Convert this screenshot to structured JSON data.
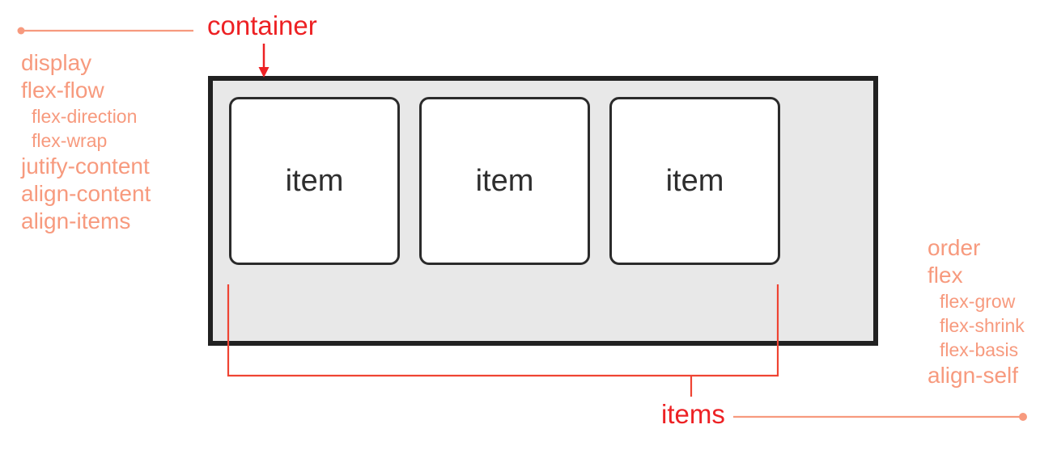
{
  "labels": {
    "container": "container",
    "items": "items"
  },
  "items": [
    "item",
    "item",
    "item"
  ],
  "properties": {
    "container": [
      {
        "text": "display",
        "level": "main"
      },
      {
        "text": "flex-flow",
        "level": "main"
      },
      {
        "text": "flex-direction",
        "level": "sub"
      },
      {
        "text": "flex-wrap",
        "level": "sub"
      },
      {
        "text": "jutify-content",
        "level": "main"
      },
      {
        "text": "align-content",
        "level": "main"
      },
      {
        "text": "align-items",
        "level": "main"
      }
    ],
    "item": [
      {
        "text": "order",
        "level": "main"
      },
      {
        "text": "flex",
        "level": "main"
      },
      {
        "text": "flex-grow",
        "level": "sub"
      },
      {
        "text": "flex-shrink",
        "level": "sub"
      },
      {
        "text": "flex-basis",
        "level": "sub"
      },
      {
        "text": "align-self",
        "level": "main"
      }
    ]
  },
  "colors": {
    "red": "#ed2124",
    "salmon": "#f79a7e",
    "bracket-red": "#ef4433",
    "container-fill": "#e8e8e8",
    "container-border": "#212121",
    "item-border": "#2b2b2b",
    "item-text": "#2e2e2e"
  }
}
